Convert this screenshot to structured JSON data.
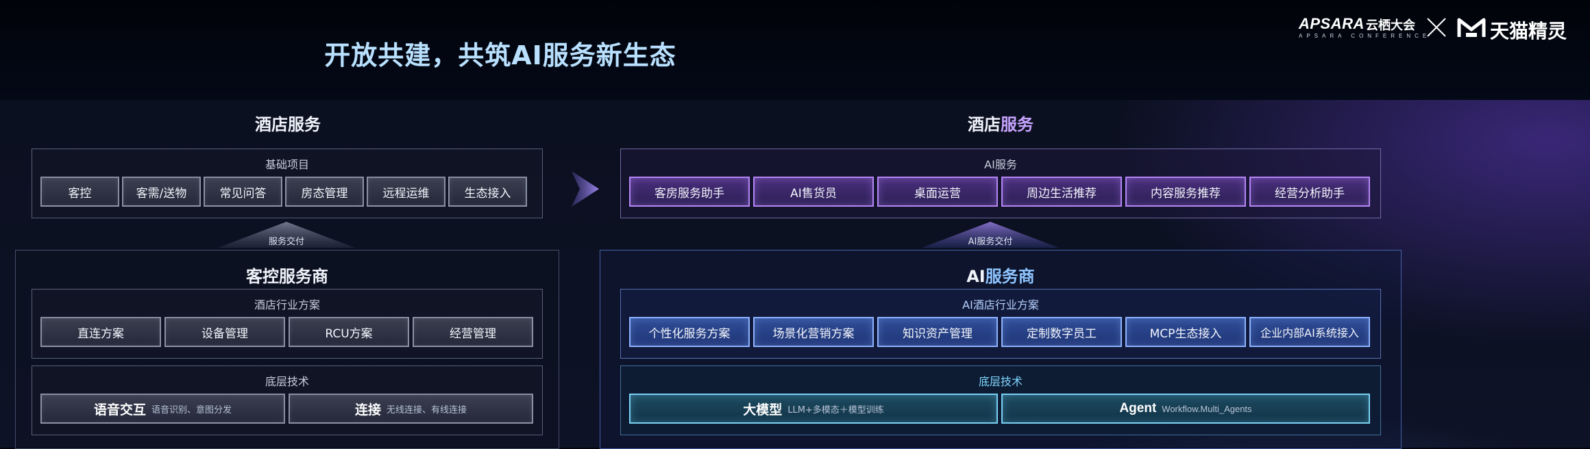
{
  "header": {
    "title": "开放共建，共筑AI服务新生态",
    "logos": {
      "apsara_word": "APSARA",
      "apsara_cn": "云栖大会",
      "apsara_sub": "APSARA CONFERENCE",
      "separator": "×",
      "tmall_text": "天猫精灵"
    }
  },
  "left": {
    "title": "酒店服务",
    "top_panel": {
      "label": "基础项目",
      "items": [
        "客控",
        "客需/送物",
        "常见问答",
        "房态管理",
        "远程运维",
        "生态接入"
      ]
    },
    "connector_label": "服务交付",
    "provider": {
      "title": "客控服务商",
      "solutions": {
        "label": "酒店行业方案",
        "items": [
          "直连方案",
          "设备管理",
          "RCU方案",
          "经营管理"
        ]
      },
      "tech": {
        "label": "底层技术",
        "items": [
          {
            "main": "语音交互",
            "sub": "语音识别、意图分发"
          },
          {
            "main": "连接",
            "sub": "无线连接、有线连接"
          }
        ]
      }
    }
  },
  "right": {
    "title_a": "酒店",
    "title_b": "服务",
    "top_panel": {
      "label": "AI服务",
      "items": [
        "客房服务助手",
        "AI售货员",
        "桌面运营",
        "周边生活推荐",
        "内容服务推荐",
        "经营分析助手"
      ]
    },
    "connector_label": "AI服务交付",
    "provider": {
      "title_a": "AI",
      "title_b": "服务商",
      "solutions": {
        "label": "AI酒店行业方案",
        "items": [
          "个性化服务方案",
          "场景化营销方案",
          "知识资产管理",
          "定制数字员工",
          "MCP生态接入",
          "企业内部AI系统接入"
        ]
      },
      "tech": {
        "label": "底层技术",
        "items": [
          {
            "main": "大模型",
            "sub": "LLM+多模态＋模型训练"
          },
          {
            "main": "Agent",
            "sub": "Workflow.Multi_Agents"
          }
        ]
      }
    }
  },
  "colors": {
    "title": "#b9e1ff",
    "accent_purple": "#c7a3ff",
    "accent_blue": "#8fc4ff",
    "chip_purple_border": "#b486f5",
    "chip_blue_border": "#8db3ff",
    "chip_teal_border": "#7ad2f5"
  },
  "icons": {
    "separator": "close-x-icon",
    "middle_arrow": "play-arrow-icon",
    "connector": "triangle-connector-icon"
  }
}
